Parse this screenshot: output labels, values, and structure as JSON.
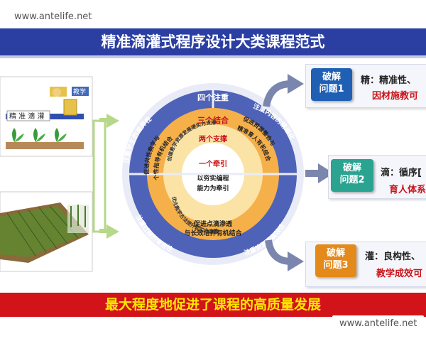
{
  "watermark_top": "www.antelife.net",
  "watermark_bottom": "www.antelife.net",
  "title": "精准滴灌式程序设计大类课程范式",
  "footer": "最大程度地促进了课程的高质量发展",
  "left_illustration": {
    "teach_label": "教学",
    "pipe_text": "精 准 滴 灌"
  },
  "rings": {
    "outer": {
      "label": "四个注重",
      "top_left": "注重学生的差异性",
      "top_right": "注重内容的精细化",
      "bottom_left": "注重过程的渐进性",
      "bottom_right": "注重资源的高效性"
    },
    "second": {
      "label": "三个结合",
      "top_left_1": "促进共性教学与",
      "top_left_2": "个性指导有机结合",
      "top_right_1": "促进资源整合与",
      "top_right_2": "精准育人有机结合",
      "bottom_1": "促进点滴渗透",
      "bottom_2": "与长效培养有机结合"
    },
    "third": {
      "label": "两个支撑",
      "top": "创建教学资源发展硬实力支撑",
      "bottom": "优化教学方法提升软实力支撑"
    },
    "center": {
      "label": "一个牵引",
      "line1": "以穷实编程",
      "line2": "能力为牵引"
    }
  },
  "problems": [
    {
      "badge_1": "破解",
      "badge_2": "问题1",
      "line1": "精：精准性、",
      "line2": "因材施教可",
      "color": "#1f5fb4"
    },
    {
      "badge_1": "破解",
      "badge_2": "问题2",
      "line1": "滴：循序[",
      "line2": "育人体系",
      "color": "#2aa391"
    },
    {
      "badge_1": "破解",
      "badge_2": "问题3",
      "line1": "灌：良构性、",
      "line2": "教学成效可",
      "color": "#e48a1a"
    }
  ],
  "colors": {
    "title_bg": "#2b3fa3",
    "footer_bg": "#d2141a",
    "footer_text": "#ffe700",
    "ring_outer": "#4e62b8",
    "ring_second": "#f6b04a",
    "ring_third": "#fbe3a6",
    "center": "#ffffff",
    "arrow": "#7a86ad"
  }
}
